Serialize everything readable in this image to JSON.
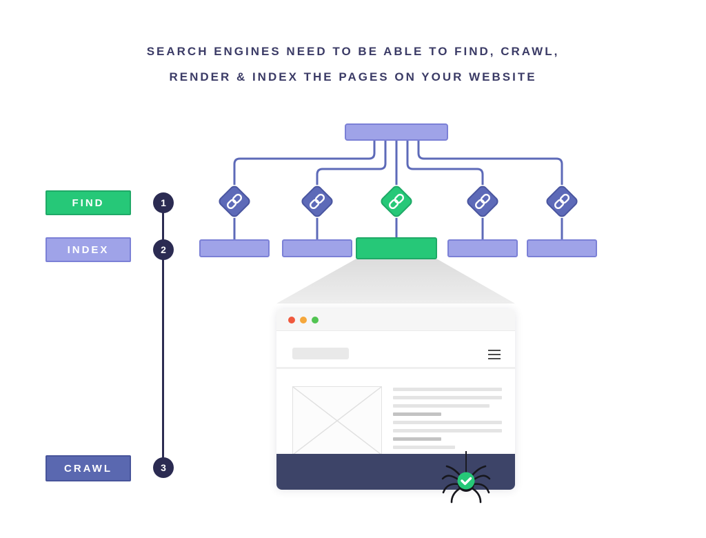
{
  "title": {
    "line1": "SEARCH ENGINES NEED TO BE ABLE TO FIND, CRAWL,",
    "line2": "RENDER & INDEX THE PAGES ON YOUR WEBSITE"
  },
  "steps": [
    {
      "number": "1",
      "label": "FIND"
    },
    {
      "number": "2",
      "label": "INDEX"
    },
    {
      "number": "3",
      "label": "CRAWL"
    }
  ],
  "icons": {
    "link": "chain-link",
    "menu": "hamburger",
    "check": "checkmark",
    "spider": "spider-crawler",
    "image_placeholder": "crossed-box",
    "window_dots": [
      "red",
      "orange",
      "green"
    ]
  },
  "colors": {
    "title_text": "#3b3b66",
    "green": "#26c878",
    "green_border": "#1fa967",
    "lavender": "#9fa3e8",
    "lavender_border": "#7b80d6",
    "slate": "#5d6ab8",
    "slate_border": "#4a56a0",
    "crawl_fill": "#5a68b0",
    "crawl_border": "#47549a",
    "navy": "#2b2b52",
    "footer": "#3d4468",
    "connector": "#5d6ab8",
    "beam_top": "#dcdcdc",
    "beam_bottom": "#eeeeee",
    "dot_red": "#f0593e",
    "dot_orange": "#f5a73b",
    "dot_green": "#52c452"
  }
}
